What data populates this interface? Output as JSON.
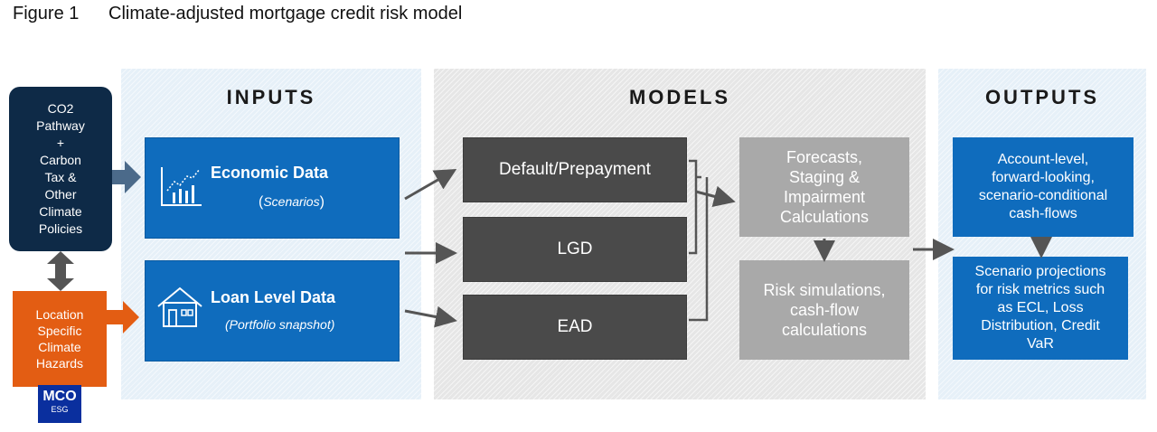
{
  "figure": {
    "label": "Figure 1",
    "title": "Climate-adjusted mortgage credit risk model"
  },
  "sections": {
    "inputs": "INPUTS",
    "models": "MODELS",
    "outputs": "OUTPUTS"
  },
  "co2_box": {
    "text": "CO2\nPathway\n+\nCarbon\nTax &\nOther\nClimate\nPolicies"
  },
  "hazard_box": {
    "text": "Location\nSpecific\nClimate\nHazards"
  },
  "logo": {
    "main": "MCO",
    "sub": "ESG"
  },
  "inputs": {
    "economic": {
      "title": "Economic Data",
      "subtitle_open": "(",
      "subtitle": "Scenarios",
      "subtitle_close": ")"
    },
    "loan": {
      "title": "Loan Level Data",
      "subtitle": "(Portfolio snapshot)"
    }
  },
  "models": {
    "default_prepay": "Default/Prepayment",
    "lgd": "LGD",
    "ead": "EAD",
    "forecasts": "Forecasts,\nStaging &\nImpairment\nCalculations",
    "risk_sim": "Risk simulations,\ncash-flow\ncalculations"
  },
  "outputs": {
    "account_level": "Account-level,\nforward-looking,\nscenario-conditional\ncash-flows",
    "scenario_proj": "Scenario projections\nfor risk metrics such\nas ECL, Loss\nDistribution, Credit\nVaR"
  },
  "colors": {
    "navy": "#0e2a47",
    "orange": "#e35d13",
    "blue": "#0f6cbd",
    "dark_grey": "#4a4a4a",
    "light_grey": "#a9a9a9",
    "arrow": "#555555"
  },
  "icons": {
    "economic": "chart-icon",
    "loan": "house-icon",
    "arrows": "arrow-icon"
  }
}
